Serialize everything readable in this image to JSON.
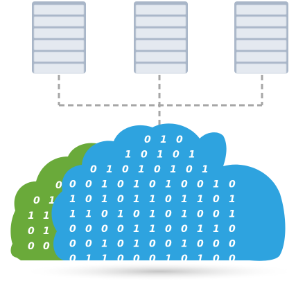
{
  "illustration": {
    "servers": [
      {
        "name": "server-left"
      },
      {
        "name": "server-center"
      },
      {
        "name": "server-right"
      }
    ],
    "server_slots_per_rack": 6,
    "colors": {
      "server_body": "#a9b6c8",
      "server_slot": "#e4e9f0",
      "server_slot_edge": "#c9d2de",
      "connector_line": "#a6a6a6",
      "cloud_front": "#2ea3df",
      "cloud_front_edge": "#1f8fca",
      "cloud_back": "#6aaa3a",
      "cloud_back_edge": "#5b9830",
      "digits": "#ffffff",
      "shadow": "#c8c8c8"
    },
    "binary_rows_front": [
      "0 1 0",
      "1 0 1 0 1",
      "0 1 0 1 0 1 0 1",
      "0 0 1 0 1 0 1 0 0 1 0",
      "1 0 1 0 1 1 0 1 1 0 1",
      "1 1 0 1 0 1 0 1 0 0 1",
      "0 0 0 0 1 1 0 0 1 1 0",
      "0 0 1 0 1 0 0 1 0 0 0",
      "0 1 1 0 0 0 1 0 1 0 0"
    ],
    "binary_rows_back": [
      "0 0",
      "0 1 1",
      "1 1 0",
      "0 1 0",
      "0 0 1"
    ]
  }
}
